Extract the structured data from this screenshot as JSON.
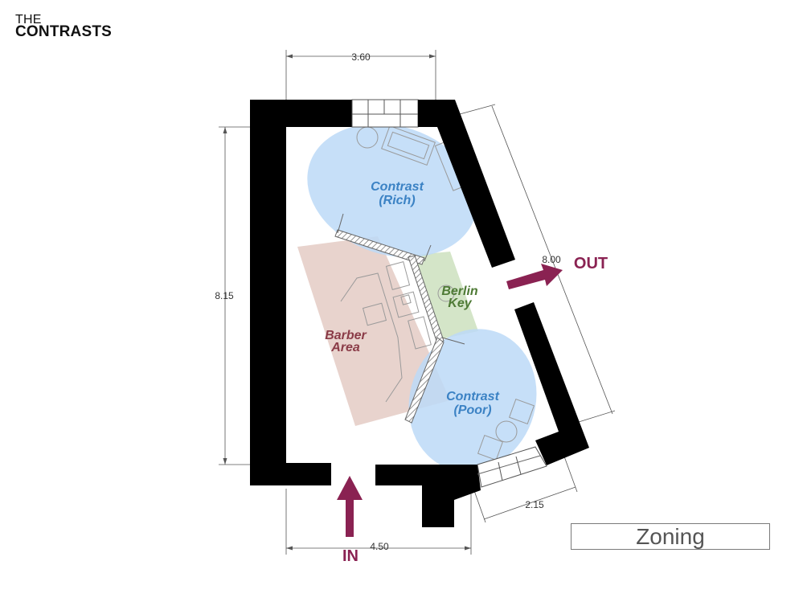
{
  "brand": {
    "line1": "THE",
    "line2": "CONTRASTS"
  },
  "dimensions": {
    "top": "3.60",
    "left": "8.15",
    "bottom": "4.50",
    "right": "8.00",
    "window": "2.15"
  },
  "zones": {
    "rich_line1": "Contrast",
    "rich_line2": "(Rich)",
    "berlin_line1": "Berlin",
    "berlin_line2": "Key",
    "barber_line1": "Barber",
    "barber_line2": "Area",
    "poor_line1": "Contrast",
    "poor_line2": "(Poor)"
  },
  "arrows": {
    "in": "IN",
    "out": "OUT"
  },
  "label": "Zoning",
  "colors": {
    "wall": "#000000",
    "rich_zone": "#bcd9f7",
    "poor_zone": "#bcd9f7",
    "barber_zone": "#e4cbc4",
    "berlin_zone": "#cfe2c2",
    "arrow": "#8a2252",
    "zone_text_blue": "#3b82c4",
    "barber_text": "#8a3b47",
    "berlin_text": "#4e7a35"
  }
}
